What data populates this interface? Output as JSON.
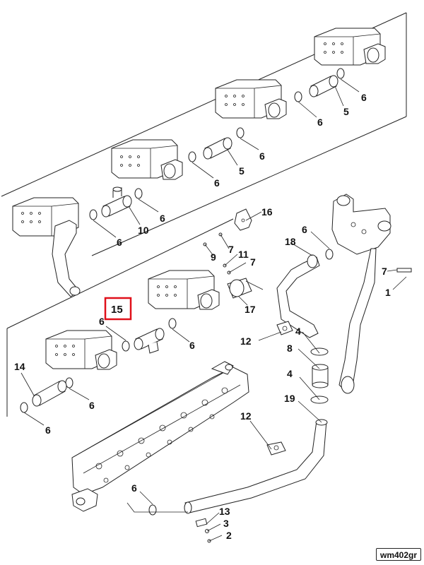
{
  "diagram": {
    "reference_code": "wm402gr",
    "highlighted_callout": "15",
    "highlight_color": "#e0101a",
    "callouts": [
      {
        "key": "c_6a",
        "text": "6"
      },
      {
        "key": "c_5a",
        "text": "5"
      },
      {
        "key": "c_6b",
        "text": "6"
      },
      {
        "key": "c_6c",
        "text": "6"
      },
      {
        "key": "c_5b",
        "text": "5"
      },
      {
        "key": "c_6d",
        "text": "6"
      },
      {
        "key": "c_6e",
        "text": "6"
      },
      {
        "key": "c_10",
        "text": "10"
      },
      {
        "key": "c_6f",
        "text": "6"
      },
      {
        "key": "c_16",
        "text": "16"
      },
      {
        "key": "c_6g",
        "text": "6"
      },
      {
        "key": "c_18",
        "text": "18"
      },
      {
        "key": "c_7a",
        "text": "7"
      },
      {
        "key": "c_9",
        "text": "9"
      },
      {
        "key": "c_11",
        "text": "11"
      },
      {
        "key": "c_7b",
        "text": "7"
      },
      {
        "key": "c_7c",
        "text": "7"
      },
      {
        "key": "c_1",
        "text": "1"
      },
      {
        "key": "c_17",
        "text": "17"
      },
      {
        "key": "c_15",
        "text": "15"
      },
      {
        "key": "c_6h",
        "text": "6"
      },
      {
        "key": "c_12a",
        "text": "12"
      },
      {
        "key": "c_4a",
        "text": "4"
      },
      {
        "key": "c_6i",
        "text": "6"
      },
      {
        "key": "c_8",
        "text": "8"
      },
      {
        "key": "c_14",
        "text": "14"
      },
      {
        "key": "c_4b",
        "text": "4"
      },
      {
        "key": "c_19",
        "text": "19"
      },
      {
        "key": "c_6j",
        "text": "6"
      },
      {
        "key": "c_6k",
        "text": "6"
      },
      {
        "key": "c_12b",
        "text": "12"
      },
      {
        "key": "c_6l",
        "text": "6"
      },
      {
        "key": "c_13",
        "text": "13"
      },
      {
        "key": "c_3",
        "text": "3"
      },
      {
        "key": "c_2",
        "text": "2"
      }
    ]
  }
}
